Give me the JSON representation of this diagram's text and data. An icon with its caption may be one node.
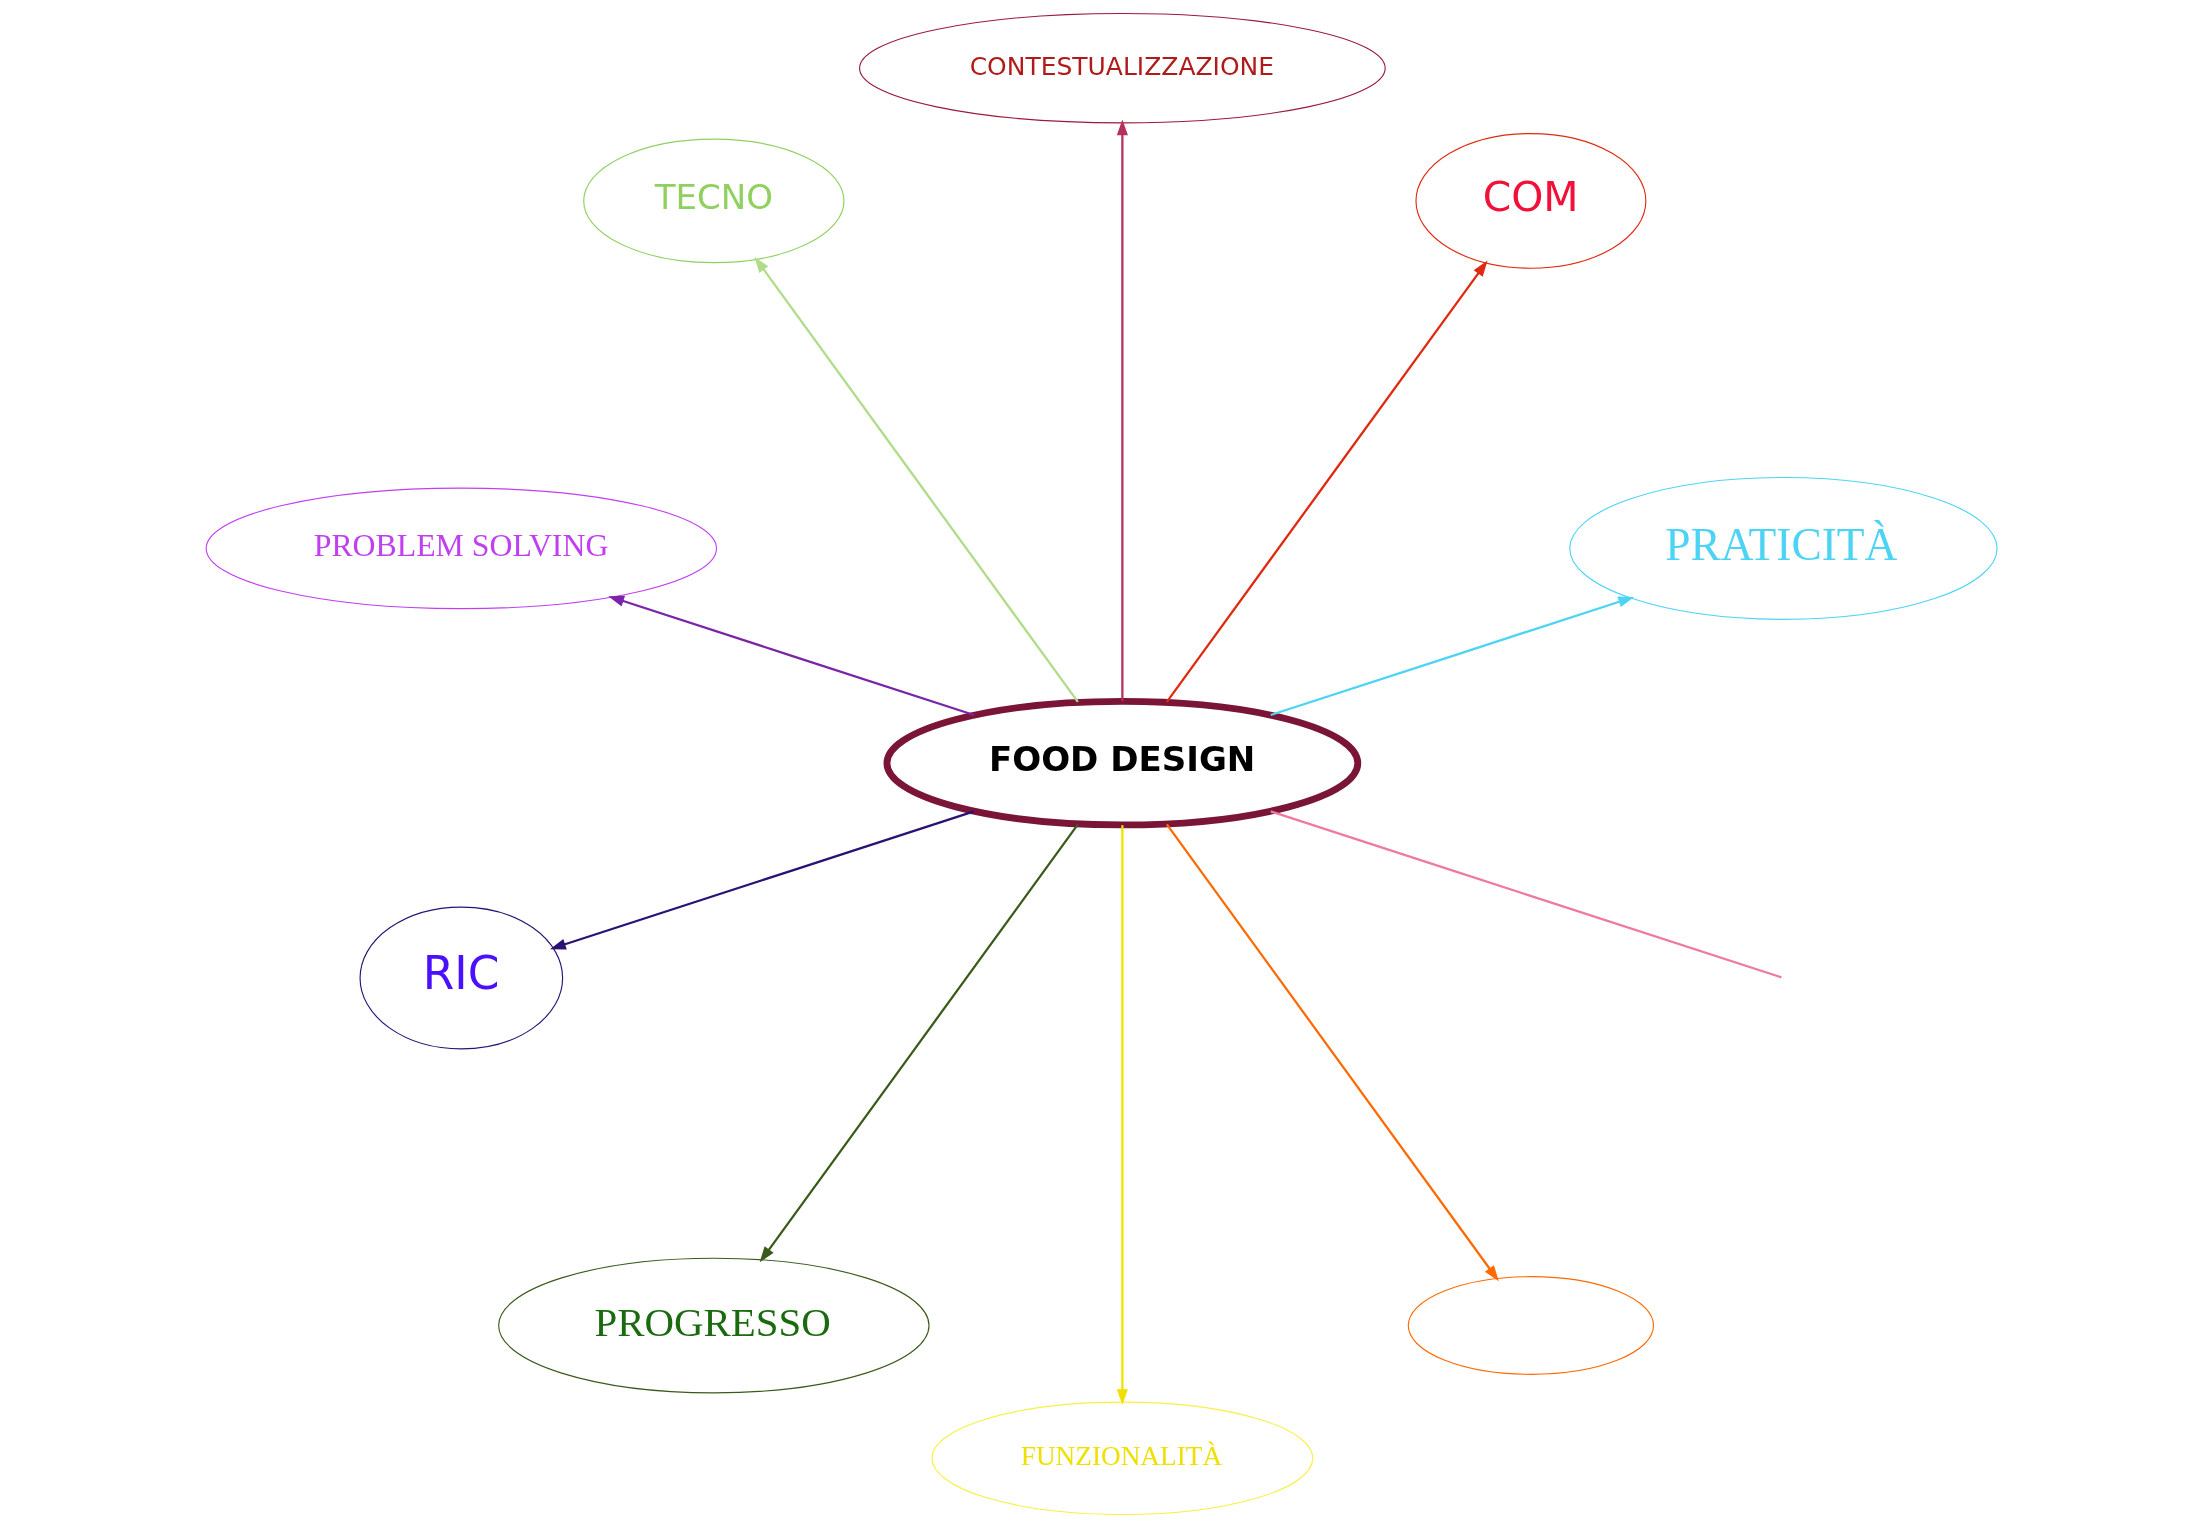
{
  "diagram": {
    "nodes": [
      {
        "text": [
          "FOOD DESIGN"
        ]
      },
      {
        "text": [
          "PRATICITÀ"
        ]
      },
      {
        "text": [
          "COM"
        ]
      },
      {
        "text": [
          "CONTESTUALIZZAZIONE"
        ]
      },
      {
        "text": [
          "TECNO"
        ]
      },
      {
        "text": [
          "PROBLEM SOLVING"
        ]
      },
      {
        "text": [
          "RIC"
        ]
      },
      {
        "text": [
          "PROGRESSO"
        ]
      },
      {
        "text": [
          "FUNZIONALITÀ"
        ]
      },
      {
        "text": [],
        "shape": "ellipse"
      }
    ],
    "edges": [
      {
        "from": 0,
        "to": 1,
        "arrow": "to",
        "color": "#4dd4f5"
      },
      {
        "from": 0,
        "to": 2,
        "arrow": "to",
        "color": "#e02a10"
      },
      {
        "from": 0,
        "to": 3,
        "arrow": "to",
        "color": "#b5305a"
      },
      {
        "from": 0,
        "to": 4,
        "arrow": "to",
        "color": "#b0dc8a"
      },
      {
        "from": 0,
        "to": 5,
        "arrow": "to",
        "color": "#7a24a8"
      },
      {
        "from": 0,
        "to": 6,
        "arrow": "to",
        "color": "#2a1275"
      },
      {
        "from": 0,
        "to": 7,
        "arrow": "to",
        "color": "#3a5a1a"
      },
      {
        "from": 0,
        "to": 8,
        "arrow": "to",
        "color": "#f0e000"
      },
      {
        "from": 0,
        "to": 9,
        "arrow": "to",
        "color": "#ff6a00"
      },
      {
        "from": 0,
        "to": null,
        "arrow": "none",
        "color": "#ef7aa0"
      }
    ]
  }
}
